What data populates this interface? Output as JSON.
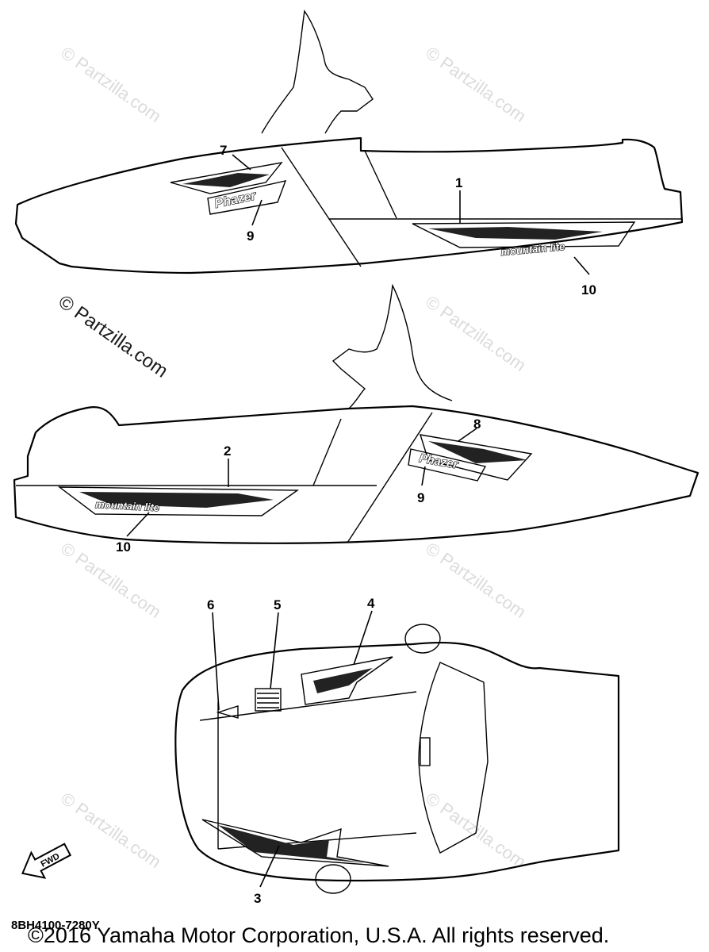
{
  "watermark": "© Partzilla.com",
  "callouts": {
    "c1": "1",
    "c2": "2",
    "c3": "3",
    "c4": "4",
    "c5": "5",
    "c6": "6",
    "c7": "7",
    "c8": "8",
    "c9a": "9",
    "c9b": "9",
    "c10a": "10",
    "c10b": "10"
  },
  "decals": {
    "brand": "Phazer",
    "model": "mountain lite"
  },
  "fwd_label": "FWD",
  "part_code": "8BH4100-7280Y",
  "copyright": "©2016 Yamaha Motor Corporation, U.S.A. All rights reserved."
}
